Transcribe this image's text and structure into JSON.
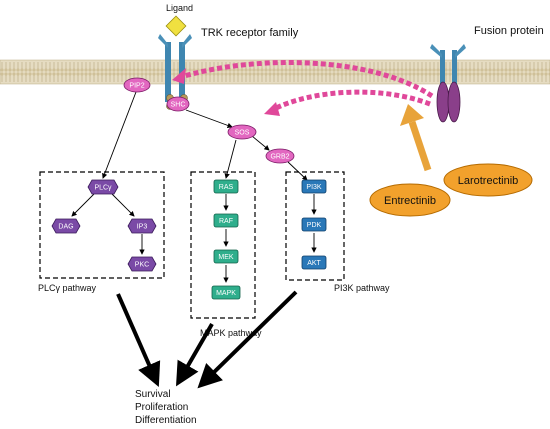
{
  "labels": {
    "ligand": "Ligand",
    "trk_family": "TRK receptor family",
    "fusion_protein": "Fusion protein",
    "plcg_pathway": "PLCγ pathway",
    "mapk_pathway": "MAPK pathway",
    "pi3k_pathway": "PI3K pathway",
    "outcome_1": "Survival",
    "outcome_2": "Proliferation",
    "outcome_3": "Differentiation"
  },
  "nodes": {
    "pip2": "PIP2",
    "shc": "SHC",
    "sos": "SOS",
    "grb2": "GRB2",
    "plcg": "PLCγ",
    "dag": "DAG",
    "ip3": "IP3",
    "pkc": "PKC",
    "ras": "RAS",
    "raf": "RAF",
    "mek": "MEK",
    "mapk": "MAPK",
    "pi3k": "PI3K",
    "pdk": "PDK",
    "akt": "AKT"
  },
  "drugs": {
    "entrectinib": "Entrectinib",
    "larotrectinib": "Larotrectinib"
  },
  "colors": {
    "membrane": "#d9ccab",
    "membrane_line": "#9a8a66",
    "receptor_blue": "#4a90b8",
    "ligand_yellow": "#f0e040",
    "pink_node": "#e267c0",
    "purple_node": "#7a4aa6",
    "green_node": "#2fae8c",
    "blue_node": "#2a78b8",
    "drug_orange": "#f2a12c",
    "drug_arrow": "#e8a33a",
    "magenta_arrow": "#e0489a"
  }
}
